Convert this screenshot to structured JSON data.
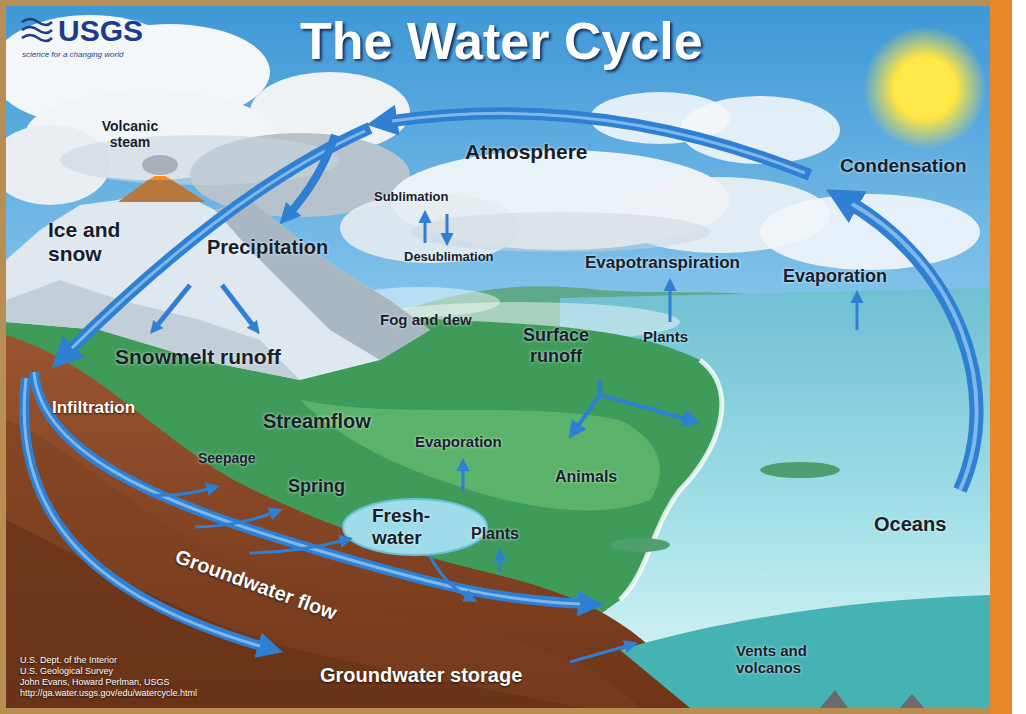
{
  "diagram": {
    "title": "The Water Cycle",
    "labels": [
      "USGS",
      "science for a changing world",
      "Volcanic steam",
      "Atmosphere",
      "Condensation",
      "Sublimation",
      "Desublimation",
      "Ice and snow",
      "Precipitation",
      "Evapotranspiration",
      "Evaporation",
      "Fog and dew",
      "Surface runoff",
      "Plants",
      "Snowmelt runoff",
      "Streamflow",
      "Evaporation",
      "Infiltration",
      "Seepage",
      "Spring",
      "Animals",
      "Fresh- water",
      "Plants",
      "Oceans",
      "Groundwater flow",
      "Groundwater storage",
      "Vents and volcanos",
      "U.S. Dept. of the Interior",
      "U.S. Geological Survey",
      "John Evans, Howard Perlman, USGS",
      "http://ga.water.usgs.gov/edu/watercycle.html"
    ]
  }
}
